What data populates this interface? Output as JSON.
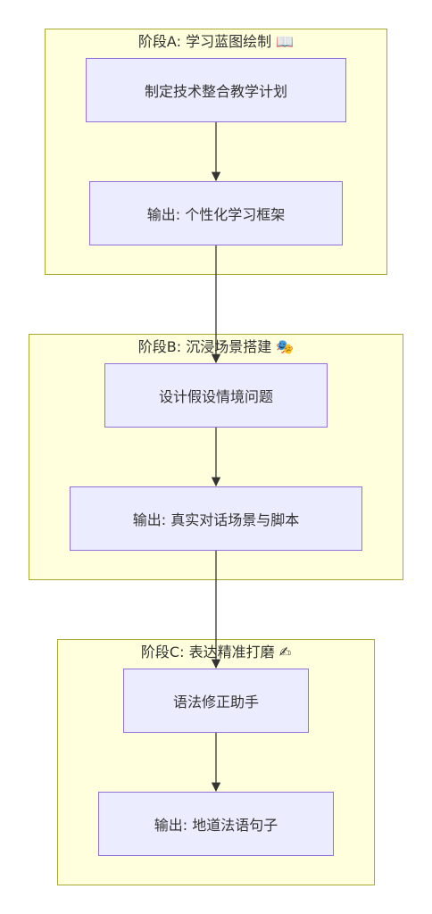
{
  "stages": [
    {
      "title": "阶段A: 学习蓝图绘制 📖",
      "nodes": [
        "制定技术整合教学计划",
        "输出: 个性化学习框架"
      ]
    },
    {
      "title": "阶段B: 沉浸场景搭建 🎭",
      "nodes": [
        "设计假设情境问题",
        "输出: 真实对话场景与脚本"
      ]
    },
    {
      "title": "阶段C: 表达精准打磨 ✍",
      "nodes": [
        "语法修正助手",
        "输出: 地道法语句子"
      ]
    }
  ],
  "colors": {
    "cluster_fill": "#ffffde",
    "cluster_border": "#aaaa33",
    "node_fill": "#ececff",
    "node_border": "#9370db",
    "edge": "#333333"
  }
}
